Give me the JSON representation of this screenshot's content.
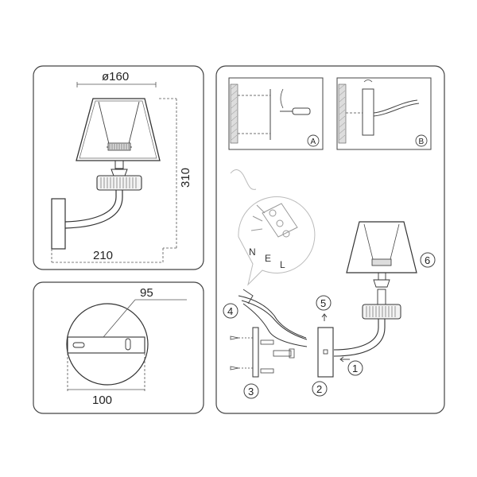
{
  "dimensions": {
    "shade_diameter": "ø160",
    "height": "310",
    "depth": "210",
    "bracket_length": "95",
    "plate_diameter": "100"
  },
  "detail_labels": {
    "a": "A",
    "b": "B"
  },
  "wiring_letters": {
    "n": "N",
    "e": "E",
    "l": "L"
  },
  "steps": {
    "s1": "1",
    "s2": "2",
    "s3": "3",
    "s4": "4",
    "s5": "5",
    "s6": "6"
  },
  "colors": {
    "line": "#333333",
    "dim": "#555555",
    "ghost": "#bbbbbb",
    "frame": "#444444"
  }
}
